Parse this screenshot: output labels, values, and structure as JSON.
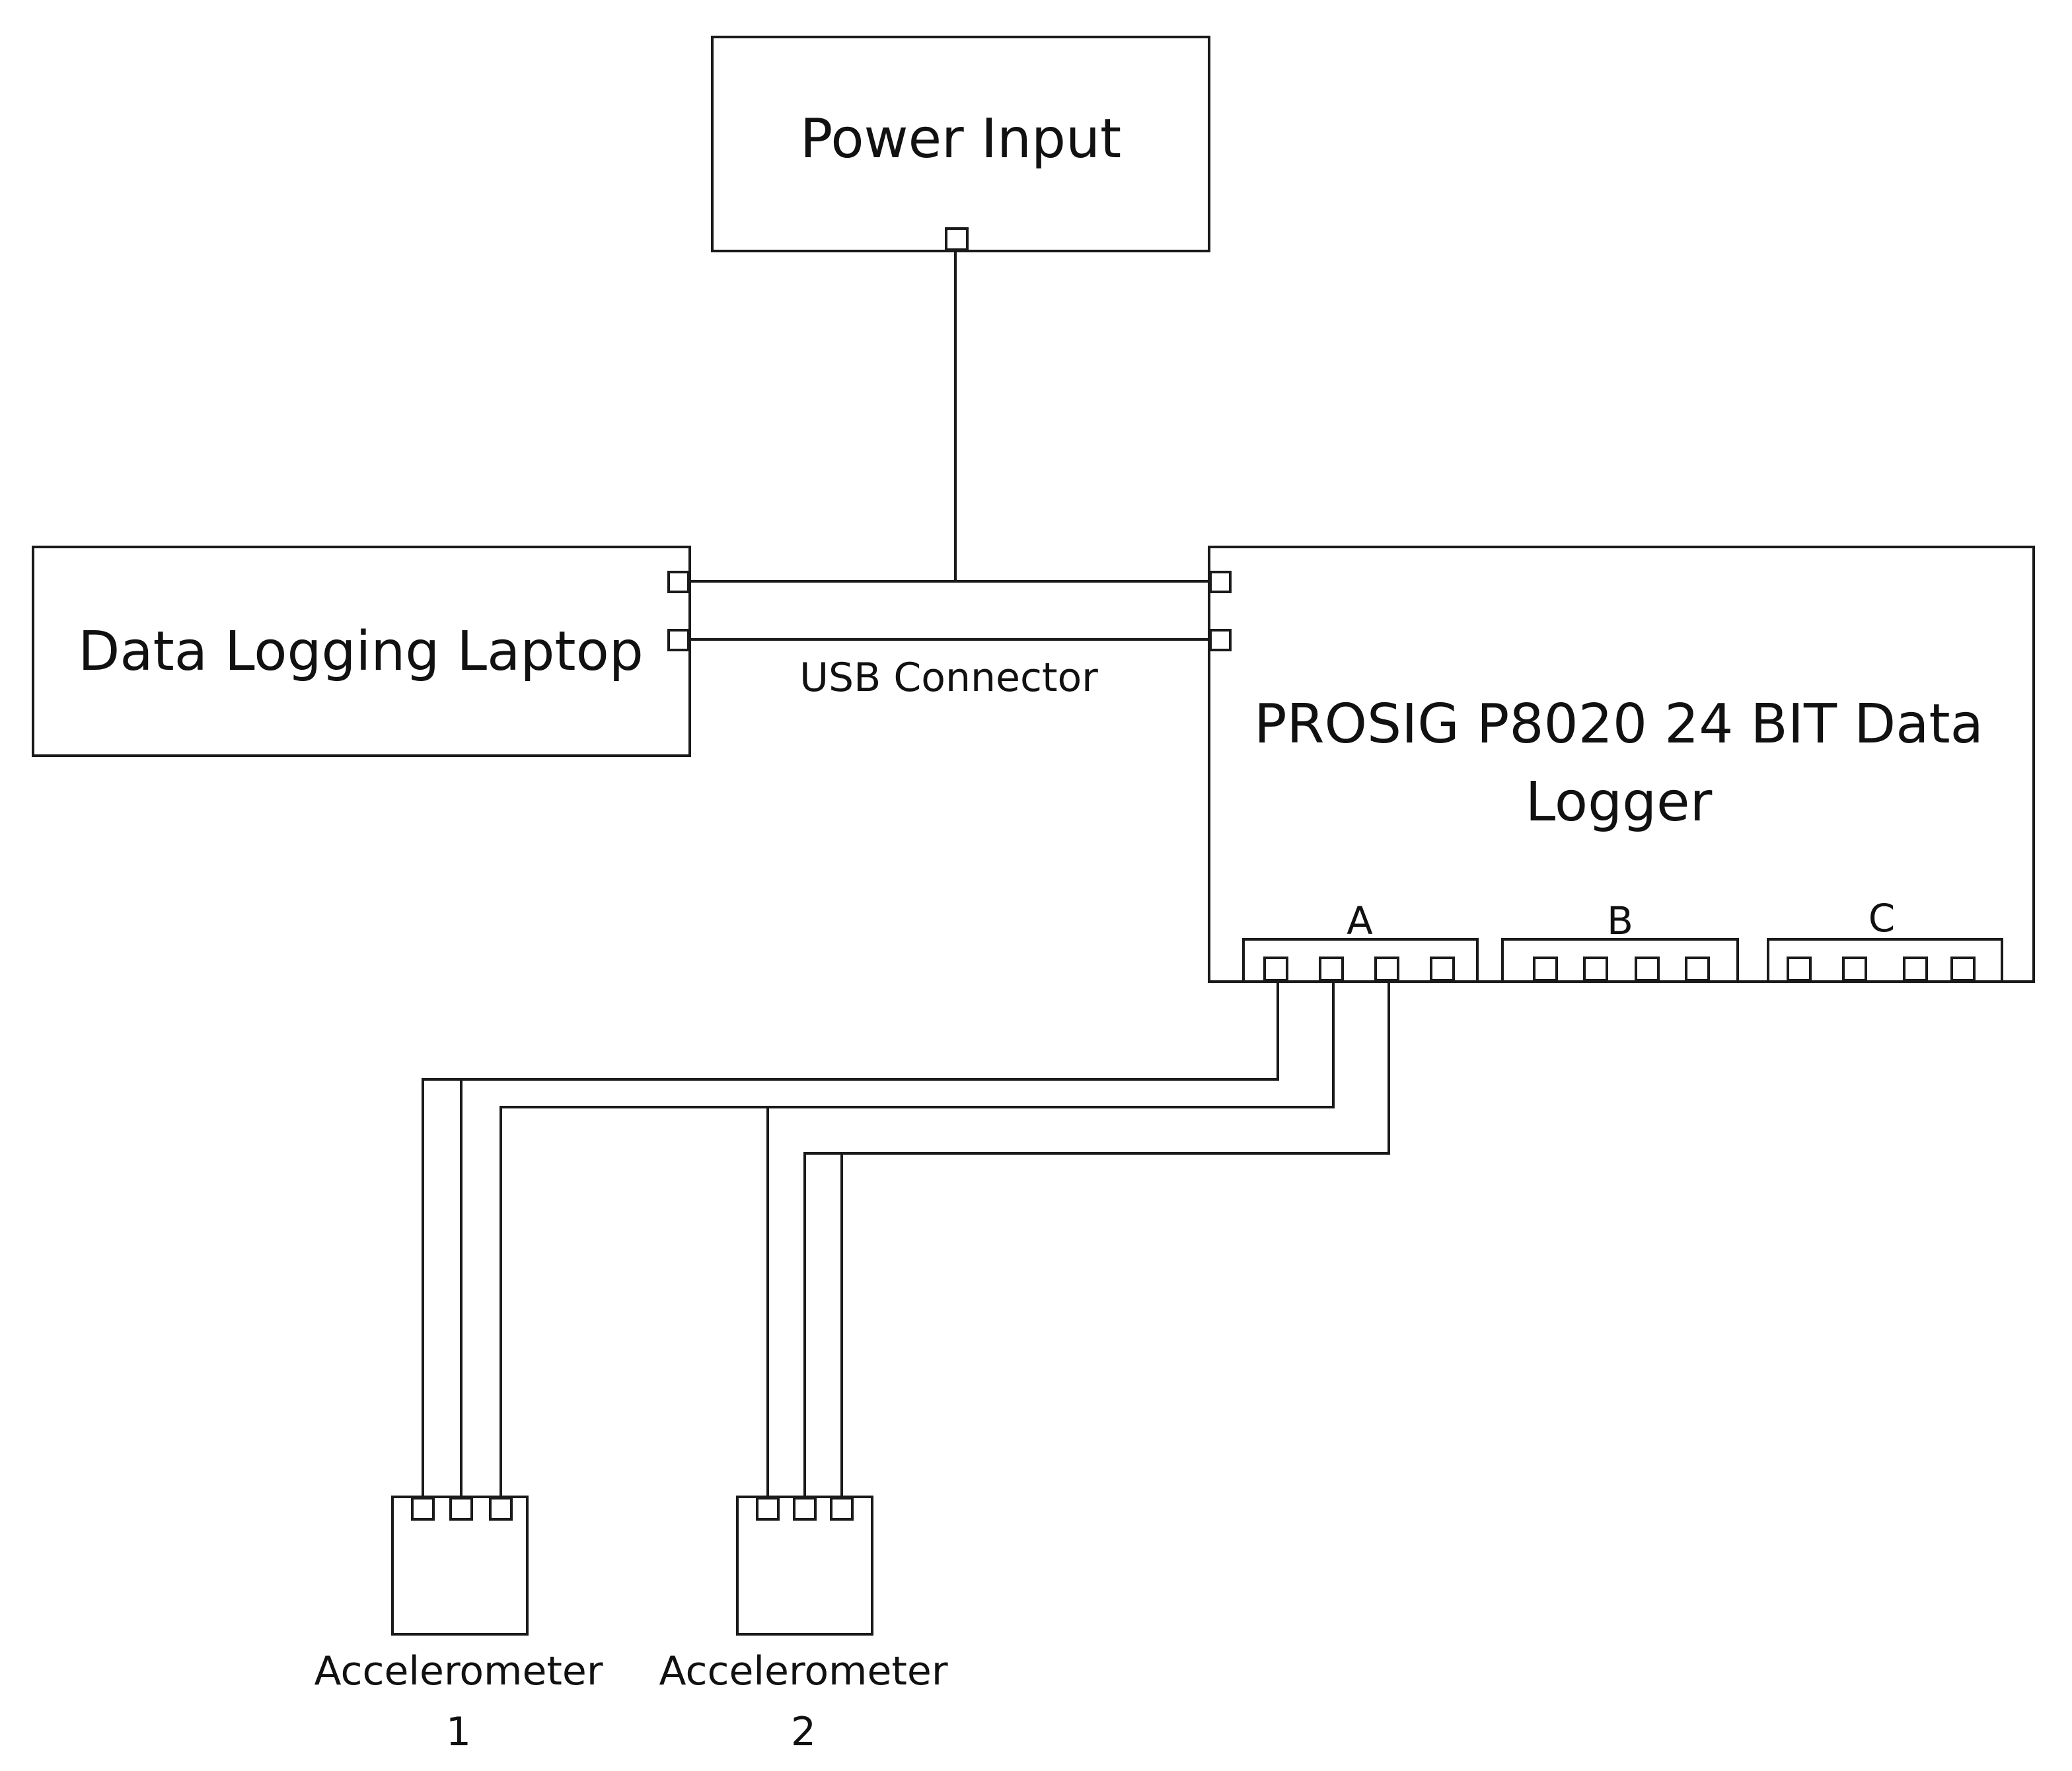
{
  "diagram": {
    "power_input": {
      "label": "Power Input"
    },
    "laptop": {
      "label": "Data Logging Laptop"
    },
    "usb_connector": {
      "label": "USB Connector"
    },
    "data_logger": {
      "label_line1": "PROSIG P8020 24 BIT Data",
      "label_line2": "Logger"
    },
    "port_banks": [
      {
        "label": "A"
      },
      {
        "label": "B"
      },
      {
        "label": "C"
      }
    ],
    "accelerometers": [
      {
        "label_line1": "Accelerometer",
        "label_line2": "1"
      },
      {
        "label_line1": "Accelerometer",
        "label_line2": "2"
      }
    ],
    "colors": {
      "stroke": "#1a1a1a",
      "background": "#ffffff"
    }
  }
}
